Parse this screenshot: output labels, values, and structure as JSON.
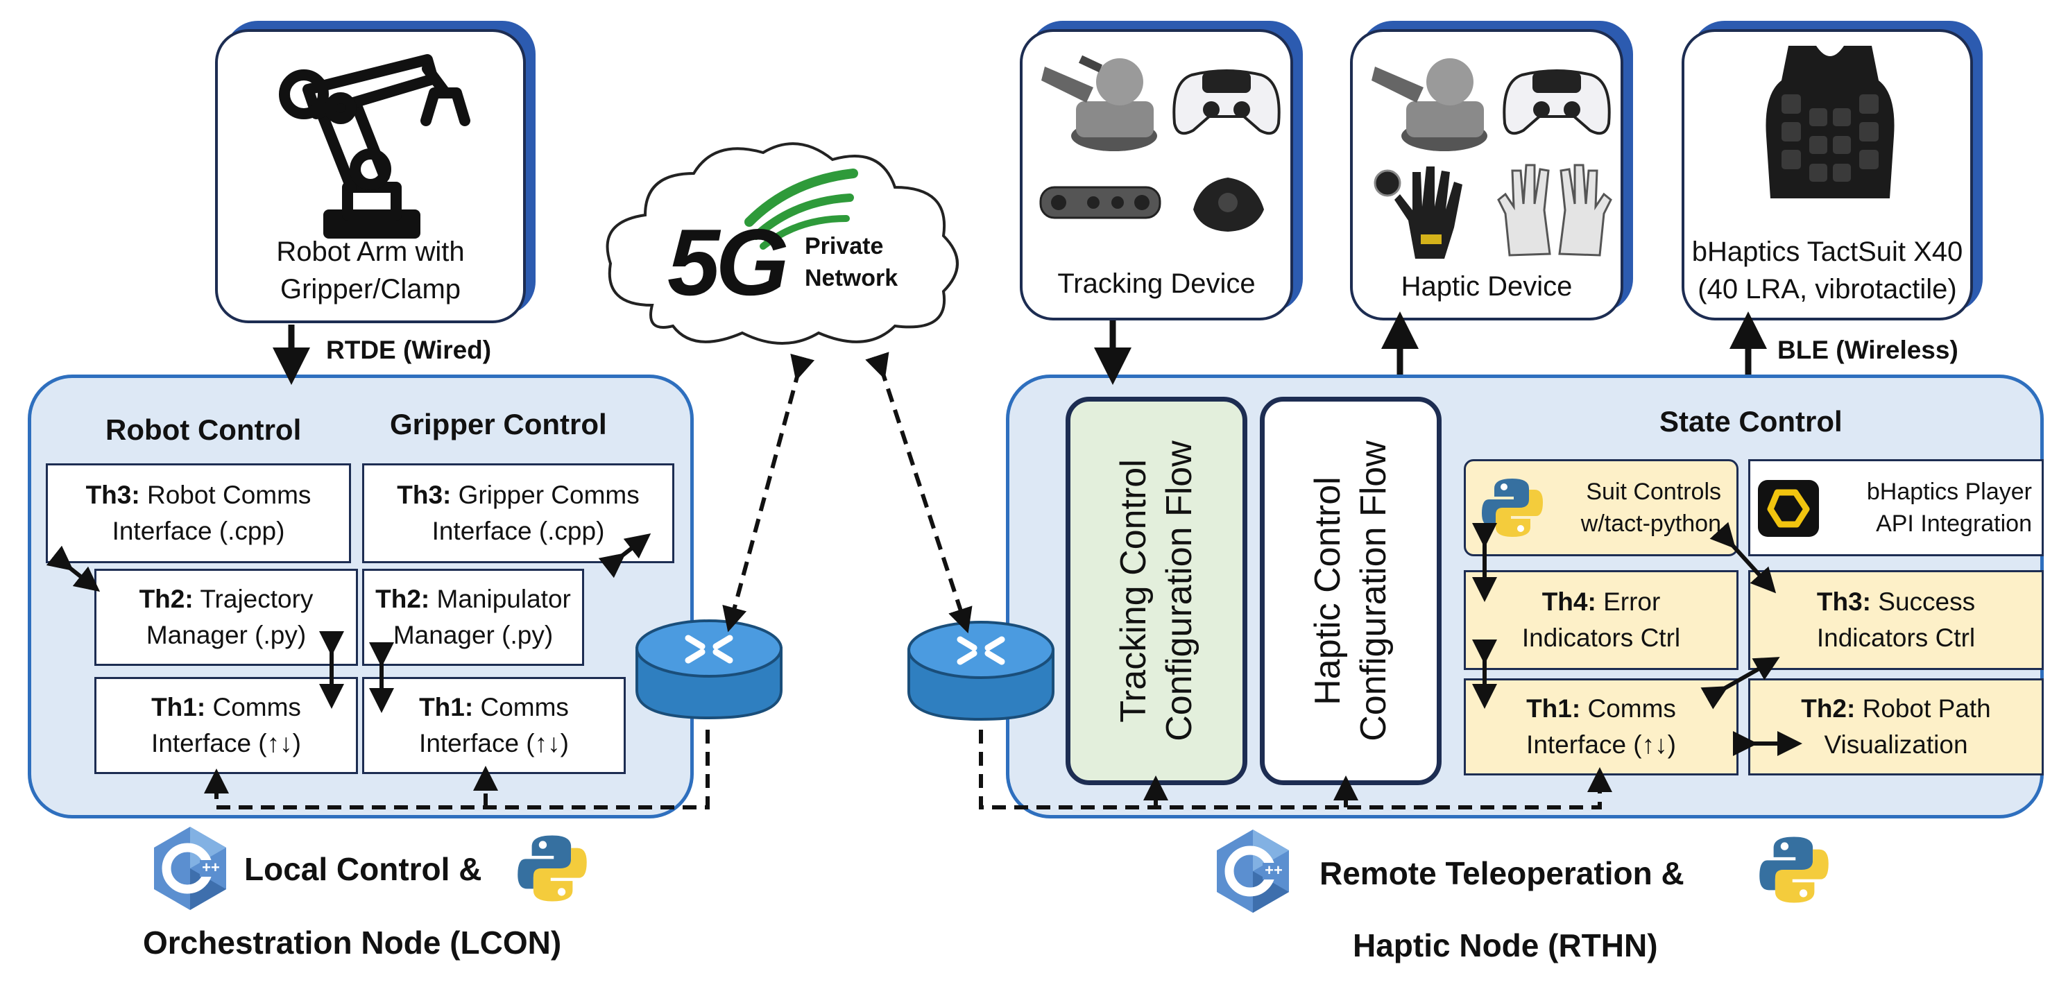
{
  "robot_arm": {
    "line1": "Robot Arm with",
    "line2": "Gripper/Clamp"
  },
  "links": {
    "rtde": "RTDE (Wired)",
    "ble": "BLE (Wireless)"
  },
  "network": {
    "logo": "5G",
    "line1": "Private",
    "line2": "Network"
  },
  "devices": {
    "tracking": "Tracking Device",
    "haptic": "Haptic Device",
    "suit_line1": "bHaptics TactSuit X40",
    "suit_line2": "(40 LRA, vibrotactile)"
  },
  "lcon": {
    "robot_control": "Robot Control",
    "gripper_control": "Gripper Control",
    "robot_th3": {
      "id": "Th3:",
      "text1": "Robot Comms",
      "text2": "Interface (.cpp)"
    },
    "robot_th2": {
      "id": "Th2:",
      "text1": "Trajectory",
      "text2": "Manager (.py)"
    },
    "robot_th1": {
      "id": "Th1:",
      "text1": "Comms",
      "text2": "Interface (↑↓)"
    },
    "gripper_th3": {
      "id": "Th3:",
      "text1": "Gripper Comms",
      "text2": "Interface (.cpp)"
    },
    "gripper_th2": {
      "id": "Th2:",
      "text1": "Manipulator",
      "text2": "Manager (.py)"
    },
    "gripper_th1": {
      "id": "Th1:",
      "text1": "Comms",
      "text2": "Interface (↑↓)"
    },
    "title_line1": "Local Control &",
    "title_line2": "Orchestration Node (LCON)"
  },
  "rthn": {
    "tracking_flow_line1": "Tracking Control",
    "tracking_flow_line2": "Configuration Flow",
    "haptic_flow_line1": "Haptic Control",
    "haptic_flow_line2": "Configuration Flow",
    "state_control": "State Control",
    "suit_controls_line1": "Suit Controls",
    "suit_controls_line2": "w/tact-python",
    "player_line1": "bHaptics Player",
    "player_line2": "API Integration",
    "th4": {
      "id": "Th4:",
      "text1": "Error",
      "text2": "Indicators Ctrl"
    },
    "th3": {
      "id": "Th3:",
      "text1": "Success",
      "text2": "Indicators Ctrl"
    },
    "th1": {
      "id": "Th1:",
      "text1": "Comms",
      "text2": "Interface (↑↓)"
    },
    "th2": {
      "id": "Th2:",
      "text1": "Robot Path",
      "text2": "Visualization"
    },
    "title_line1": "Remote Teleoperation &",
    "title_line2": "Haptic Node (RTHN)"
  },
  "icons": [
    "robot-arm-icon",
    "cloud-icon",
    "router-icon",
    "cpp-logo-icon",
    "python-logo-icon",
    "bhaptics-logo-icon",
    "haptic-stylus-icon",
    "gamepad-icon",
    "depth-camera-icon",
    "vr-tracker-icon",
    "haptic-glove-icon",
    "exoskeleton-glove-icon",
    "haptic-vest-icon"
  ],
  "colors": {
    "panel_fill": "#dde8f5",
    "panel_border": "#2e6fbe",
    "tracking_flow_fill": "#e3efdc",
    "state_box_fill": "#fdf0c8",
    "card_shadow": "#2c5bb0",
    "router": "#3b8fd0"
  }
}
